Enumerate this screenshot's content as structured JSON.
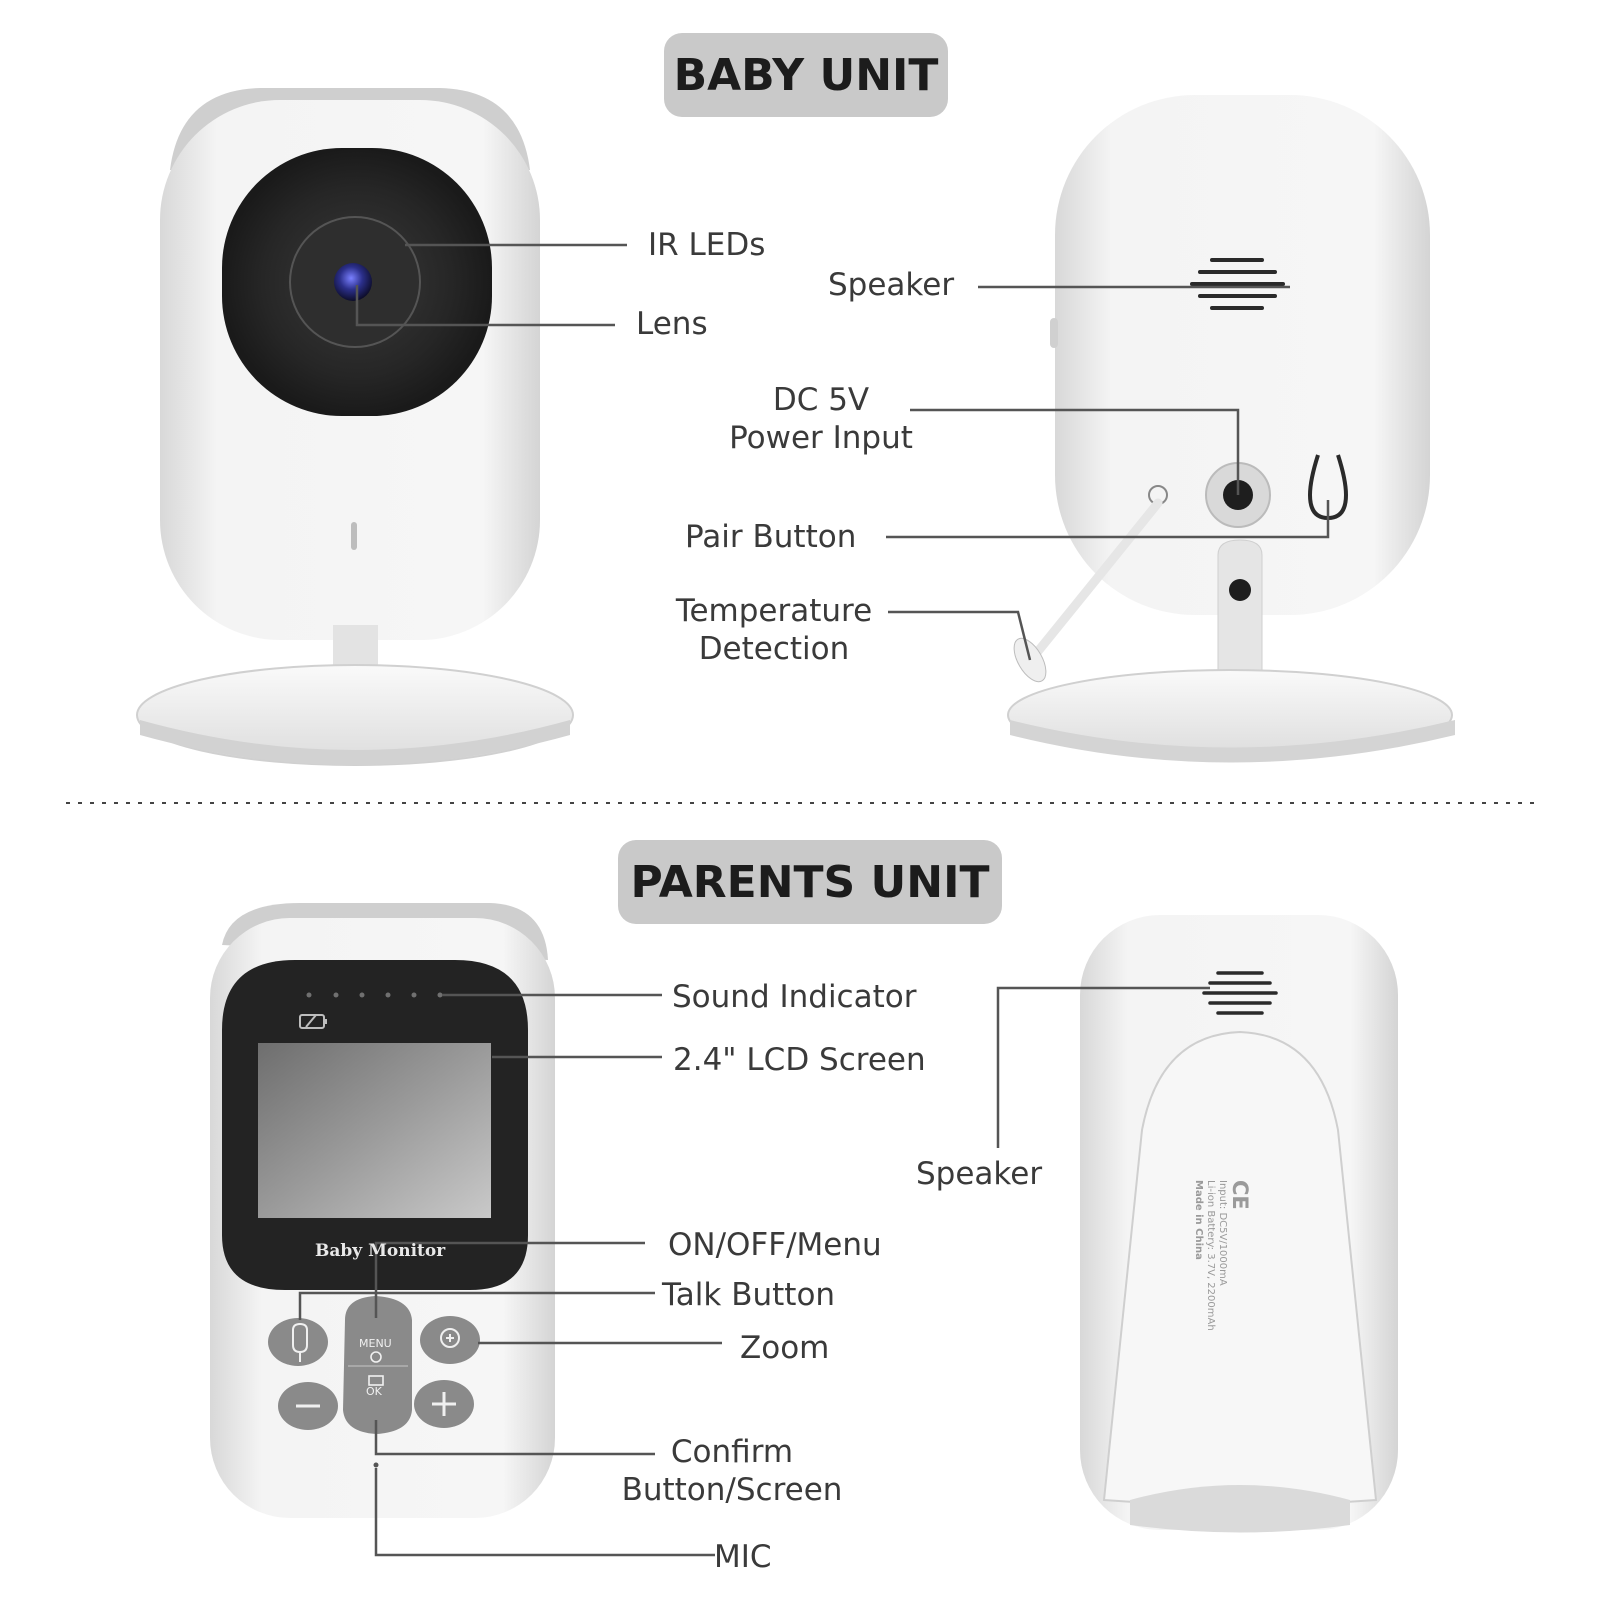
{
  "sections": {
    "baby_unit_title": "BABY UNIT",
    "parents_unit_title": "PARENTS UNIT"
  },
  "baby_unit": {
    "front_labels": {
      "ir_leds": "IR LEDs",
      "lens": "Lens"
    },
    "back_labels": {
      "speaker": "Speaker",
      "dc_input_line1": "DC 5V",
      "dc_input_line2": "Power Input",
      "pair_button": "Pair Button",
      "temperature_line1": "Temperature",
      "temperature_line2": "Detection"
    }
  },
  "parents_unit": {
    "front_labels": {
      "sound_indicator": "Sound Indicator",
      "lcd_screen": "2.4\" LCD Screen",
      "on_off_menu": "ON/OFF/Menu",
      "talk_button": "Talk Button",
      "zoom": "Zoom",
      "confirm_line1": "Confirm",
      "confirm_line2": "Button/Screen",
      "mic": "MIC"
    },
    "device_text": {
      "brand": "Baby Monitor",
      "menu_key": "MENU",
      "ok_key": "OK"
    },
    "back_labels": {
      "speaker": "Speaker"
    },
    "back_print": {
      "input": "Input: DC5V/1000mA",
      "battery": "Li-ion Battery: 3.7V, 2200mAh",
      "origin": "Made in China",
      "mark": "CE"
    }
  },
  "colors": {
    "banner_bg": "#c9c9c9",
    "device_body": "#f2f2f2",
    "device_shadow": "#d6d6d6",
    "screen_bezel": "#2a2a2a",
    "button_gray": "#8a8a8a"
  }
}
